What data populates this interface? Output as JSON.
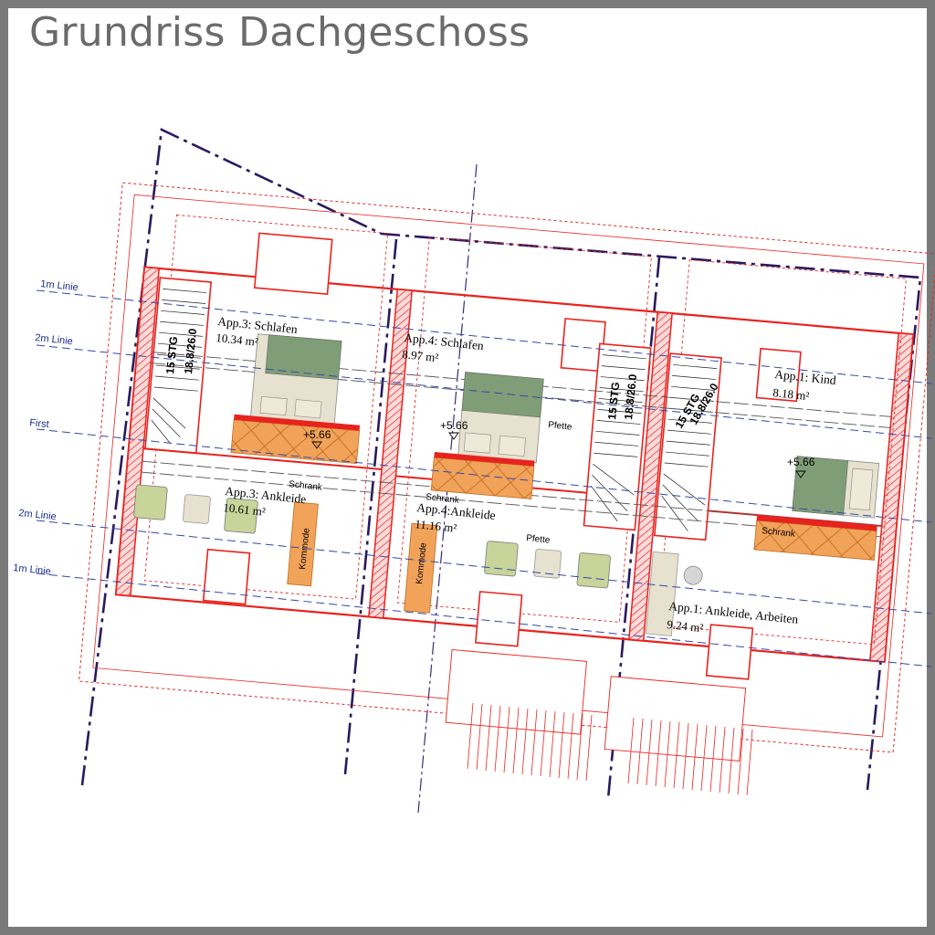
{
  "title": "Grundriss Dachgeschoss",
  "guide_lines": {
    "one_m_top": "1m Linie",
    "two_m_top": "2m Linie",
    "first": "First",
    "two_m_bottom": "2m Linie",
    "one_m_bottom": "1m Linie"
  },
  "rooms": {
    "app3_schlafen": {
      "name": "App.3: Schlafen",
      "area": "10.34 m²"
    },
    "app3_ankleide": {
      "name": "App.3: Ankleide",
      "area": "10.61 m²"
    },
    "app4_schlafen": {
      "name": "App.4: Schlafen",
      "area": "8.97 m²"
    },
    "app4_ankleide": {
      "name": "App.4:Ankleide",
      "area": "11.16 m²"
    },
    "app1_kind": {
      "name": "App.1: Kind",
      "area": "8.18 m²"
    },
    "app1_ankleide": {
      "name": "App.1: Ankleide, Arbeiten",
      "area": "9.24 m²"
    }
  },
  "stairs": {
    "count": "15 STG",
    "dims": "18.8/26.0"
  },
  "elevations": {
    "e1": "+5.66",
    "e2": "+5.66",
    "e3": "+5.66"
  },
  "furniture": {
    "schrank": "Schrank",
    "kommode": "Kommode",
    "pfette": "Pfette"
  },
  "colors": {
    "wall_red": "#e8231e",
    "property_line": "#2a1a5e",
    "guide_blue": "#3347a8",
    "furniture_orange": "#f2a35a",
    "bed_green": "#7f9e77",
    "bed_beige": "#e7e1cf",
    "chair_green": "#c9d49a"
  }
}
